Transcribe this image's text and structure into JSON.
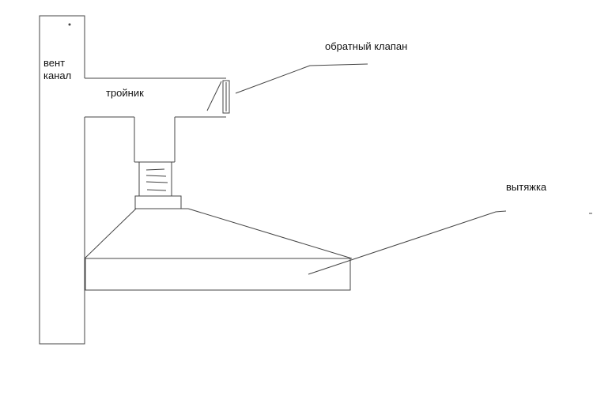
{
  "labels": {
    "vent_line1": "вент",
    "vent_line2": "канал",
    "tee": "тройник",
    "check_valve": "обратный клапан",
    "hood": "вытяжка"
  },
  "colors": {
    "stroke": "#444444",
    "background": "#ffffff",
    "text": "#111111"
  }
}
